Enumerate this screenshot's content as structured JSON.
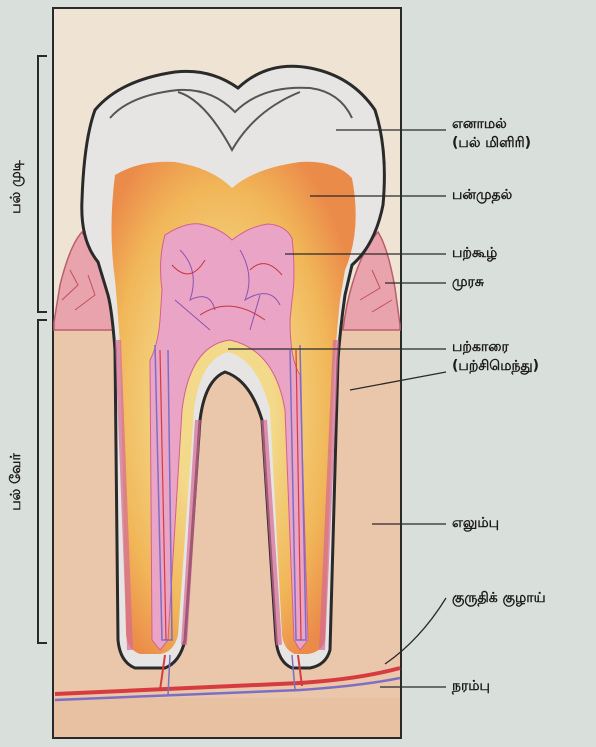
{
  "diagram": {
    "side_labels": {
      "crown": "பல் முடி",
      "root": "பல் வேர்"
    },
    "callouts": [
      {
        "id": "enamel",
        "lines": [
          "எனாமல்",
          "(பல் மிளிரி)"
        ]
      },
      {
        "id": "dentine",
        "lines": [
          "பன்முதல்"
        ]
      },
      {
        "id": "pulp",
        "lines": [
          "பற்கூழ்"
        ]
      },
      {
        "id": "gum",
        "lines": [
          "முரசு"
        ]
      },
      {
        "id": "cementum",
        "lines": [
          "பற்காரை",
          "(பற்சிமெந்து)"
        ]
      },
      {
        "id": "bone",
        "lines": [
          "எலும்பு"
        ]
      },
      {
        "id": "blood-vessel",
        "lines": [
          "குருதிக் குழாய்"
        ]
      },
      {
        "id": "nerve",
        "lines": [
          "நரம்பு"
        ]
      }
    ],
    "colors": {
      "paper": "#d9dfda",
      "panel": "#efe3d4",
      "bone": "#eac6aa",
      "gum": "#e9a3ad",
      "enamel": "#e6e5e3",
      "dentine": "#f1b658",
      "dentine_glow": "#f3d98a",
      "pulp": "#eaa4c6",
      "vessel_red": "#d63b3f",
      "nerve_blue": "#7d6ec4",
      "outline": "#2a2a2a"
    }
  }
}
